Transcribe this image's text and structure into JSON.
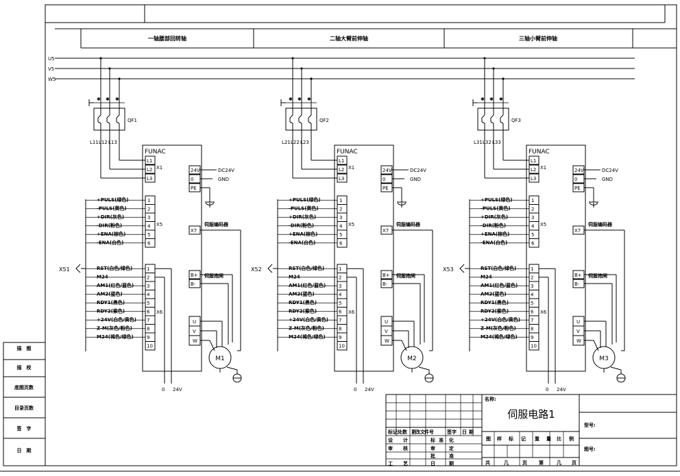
{
  "sections": [
    "一轴腰部回转轴",
    "二轴大臂前伸轴",
    "三轴小臂前伸轴"
  ],
  "buses": [
    "U5",
    "V5",
    "W5"
  ],
  "units": [
    {
      "breaker": "QF1",
      "cables": [
        "L11",
        "L12",
        "L13"
      ],
      "connector": "X51",
      "motor": "M1"
    },
    {
      "breaker": "QF2",
      "cables": [
        "L21",
        "L22",
        "L23"
      ],
      "connector": "X52",
      "motor": "M2"
    },
    {
      "breaker": "QF3",
      "cables": [
        "L31",
        "L32",
        "L33"
      ],
      "connector": "X53",
      "motor": "M3"
    }
  ],
  "drive": {
    "brand": "FUNAC",
    "x1_label": "X1",
    "x1_terms": [
      "L1",
      "L2",
      "L3"
    ],
    "power_terms": [
      "24V",
      "0",
      "PE"
    ],
    "dc24v": "DC24V",
    "gnd": "GND",
    "x5_label": "X5",
    "x5_terms": [
      "1",
      "2",
      "3",
      "4",
      "5",
      "6"
    ],
    "x5_signals": [
      "+PULS(绿色)",
      "-PULS(黄色)",
      "+DIR(灰色)",
      "-DIR(粉色)",
      "+ENA(棕色)",
      "-ENA(白色)"
    ],
    "x6_label": "X6",
    "x6_terms": [
      "1",
      "2",
      "3",
      "4",
      "5",
      "6",
      "7",
      "8",
      "9",
      "10"
    ],
    "x6_signals": [
      "RST(白色/绿色)",
      "M24",
      "AM1(红色/蓝色)",
      "AM2(蓝色)",
      "RDY1(黑色)",
      "RDY2(紫色)",
      "+24V(白色/黄色)",
      "Z-M(灰色/粉色)",
      "M24(褐色/绿色)",
      ""
    ],
    "x7_label": "X7",
    "encoder_label": "伺服编码器",
    "brake_terms": [
      "B+",
      "B-"
    ],
    "brake_label": "伺服抱闸",
    "motor_terms": [
      "U",
      "V",
      "W"
    ],
    "bottom_labels": [
      "0",
      "24V"
    ]
  },
  "left_table": [
    "描　图",
    "描　校",
    "底图页数",
    "目录页数",
    "签　字",
    "日　期"
  ],
  "title_block": {
    "name_label": "名称:",
    "name": "伺服电路1",
    "drawing_no_label": "图号:",
    "type_no_label": "型号:",
    "rev_header": [
      "标",
      "记",
      "处",
      "数",
      "更",
      "改",
      "文",
      "件",
      "号",
      "签",
      "字",
      "日",
      "期"
    ],
    "sign_rows": [
      [
        "设",
        "计",
        "标",
        "准",
        "化"
      ],
      [
        "审",
        "核",
        "审",
        "定"
      ],
      [
        "批",
        "准"
      ],
      [
        "工",
        "艺",
        "日",
        "期"
      ]
    ],
    "stage_header": [
      "图",
      "样",
      "标",
      "记",
      "重",
      "量",
      "比",
      "例"
    ],
    "sheet_row": [
      "共",
      "几",
      "页",
      "第",
      "几",
      "页"
    ]
  }
}
